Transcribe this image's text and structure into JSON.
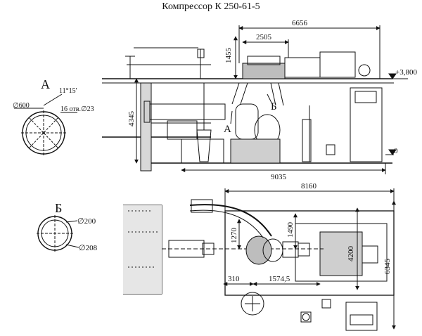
{
  "title": "Компрессор К 250-61-5",
  "elevation_view": {
    "dims": {
      "overall_length": "6656",
      "spacing": "2505",
      "top_height": "1455",
      "height": "4345",
      "base_length": "9035",
      "level_top": "+3,800",
      "level_zero": "0"
    },
    "callouts": {
      "a": "А",
      "b": "Б"
    }
  },
  "section_a": {
    "label": "А",
    "angle": "11°15'",
    "diameter": "∅600",
    "holes": "16 отв.∅23"
  },
  "section_b": {
    "label": "Б",
    "d_inner": "∅200",
    "d_outer": "∅208"
  },
  "plan_view": {
    "dims": {
      "overall_length": "8160",
      "width": "6345",
      "d1270": "1270",
      "d1490": "1490",
      "d4200": "4200",
      "d310": "310",
      "d1574": "1574,5"
    }
  }
}
